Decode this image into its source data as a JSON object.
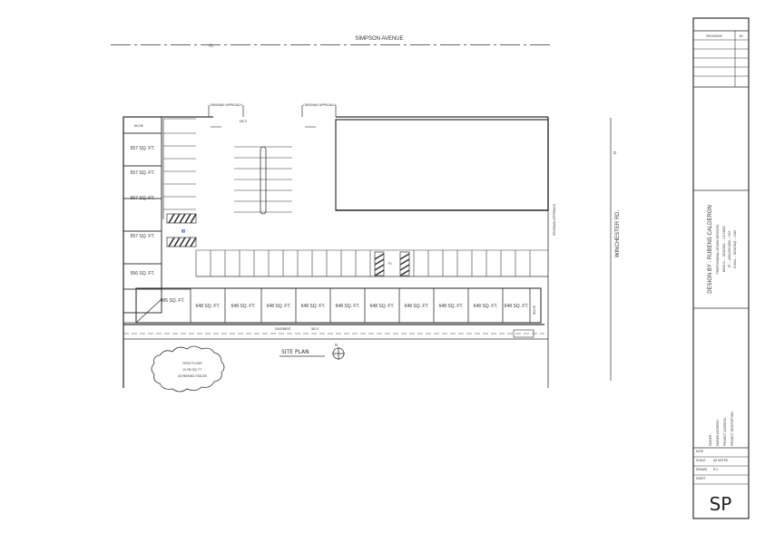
{
  "streets": {
    "north": "SIMPSON AVENUE",
    "north_marker": "CL",
    "east": "WINCHESTER RD."
  },
  "driveways": {
    "left": "DRIVEWAY APPROACH",
    "right": "DRIVEWAY APPROACH",
    "east": "DRIVEWAY APPROACH",
    "setback_top": "150.0'"
  },
  "west_units": [
    {
      "label": "NICHE"
    },
    {
      "label": "557 SQ. FT."
    },
    {
      "label": "557 SQ. FT."
    },
    {
      "label": "557 SQ. FT."
    },
    {
      "label": "557 SQ. FT."
    },
    {
      "label": "556 SQ. FT."
    }
  ],
  "south_units": [
    {
      "label": "985 SQ. FT."
    },
    {
      "label": "648 SQ. FT."
    },
    {
      "label": "648 SQ. FT."
    },
    {
      "label": "648 SQ. FT."
    },
    {
      "label": "648 SQ. FT."
    },
    {
      "label": "648 SQ. FT."
    },
    {
      "label": "648 SQ. FT."
    },
    {
      "label": "648 SQ. FT."
    },
    {
      "label": "648 SQ. FT."
    },
    {
      "label": "648 SQ. FT."
    },
    {
      "label": "648 SQ. FT."
    }
  ],
  "south_corner": "NICHE",
  "south_frontage": "300.0'",
  "south_label": "EASEMENT",
  "site_plan": {
    "title": "SITE PLAN",
    "north": "N"
  },
  "summary_cloud": {
    "line1": "FIRST FLOOR",
    "line2": "10,790 SQ. FT.",
    "line3": "43 PARKING STACES"
  },
  "title_block": {
    "revisions_header": "REVISIONS",
    "revisions_by": "BY",
    "designer": "DESIGN BY : RUBENS CALDERON",
    "designer_sub": "PROFESSIONAL DESIGN SERVICES",
    "address_lines": [
      "18521 N. ... DESIGNS, ... CA 91802",
      "ST ... (000) 000-0000 ... FAX",
      "E-MAIL ... DESIGN@ ... COM"
    ],
    "info_lines": [
      "OWNER :",
      "OWNER ADDRESS :",
      "PROJECT ADDRESS :",
      "PROJECT DESCRIPTION :"
    ],
    "fields": [
      "DATE",
      "SCALE",
      "DRAWN",
      "SHEET"
    ],
    "field_values": [
      "",
      "AS NOTED",
      "R.C.",
      ""
    ],
    "sheet_id": "SP"
  },
  "colors": {
    "ink": "#333333",
    "paper": "#ffffff"
  }
}
